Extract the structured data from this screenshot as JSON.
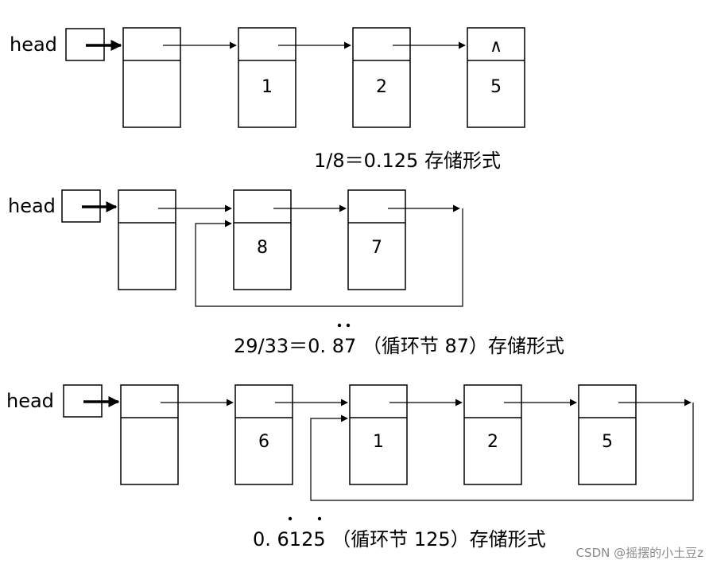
{
  "diagram_1": {
    "head_label": "head",
    "node_values": [
      "1",
      "2",
      "5"
    ],
    "null_symbol": "∧",
    "caption": "1/8＝0.125 存储形式"
  },
  "diagram_2": {
    "head_label": "head",
    "node_values": [
      "8",
      "7"
    ],
    "caption": "29/33＝0. 87 （循环节 87）存储形式"
  },
  "diagram_3": {
    "head_label": "head",
    "node_values": [
      "6",
      "1",
      "2",
      "5"
    ],
    "caption": "0. 6125 （循环节 125）存储形式"
  },
  "watermark": "CSDN @摇摆的小土豆z"
}
